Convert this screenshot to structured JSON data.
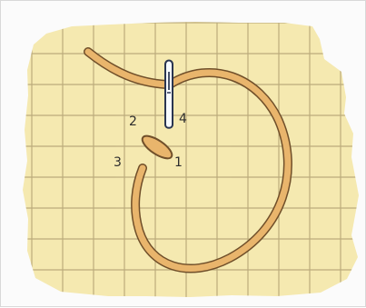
{
  "diagram": {
    "point_labels": {
      "p1": "1",
      "p2": "2",
      "p3": "3",
      "p4": "4"
    },
    "colors": {
      "grid_fill": "#f5e9b0",
      "grid_line": "#b9a97a",
      "thread_fill": "#e9b56c",
      "thread_outline": "#6f4f2a",
      "needle_fill": "#f7fbff",
      "needle_outline": "#2a3550"
    },
    "icons": [
      "needle-icon",
      "thread-icon",
      "stitch-icon"
    ]
  }
}
